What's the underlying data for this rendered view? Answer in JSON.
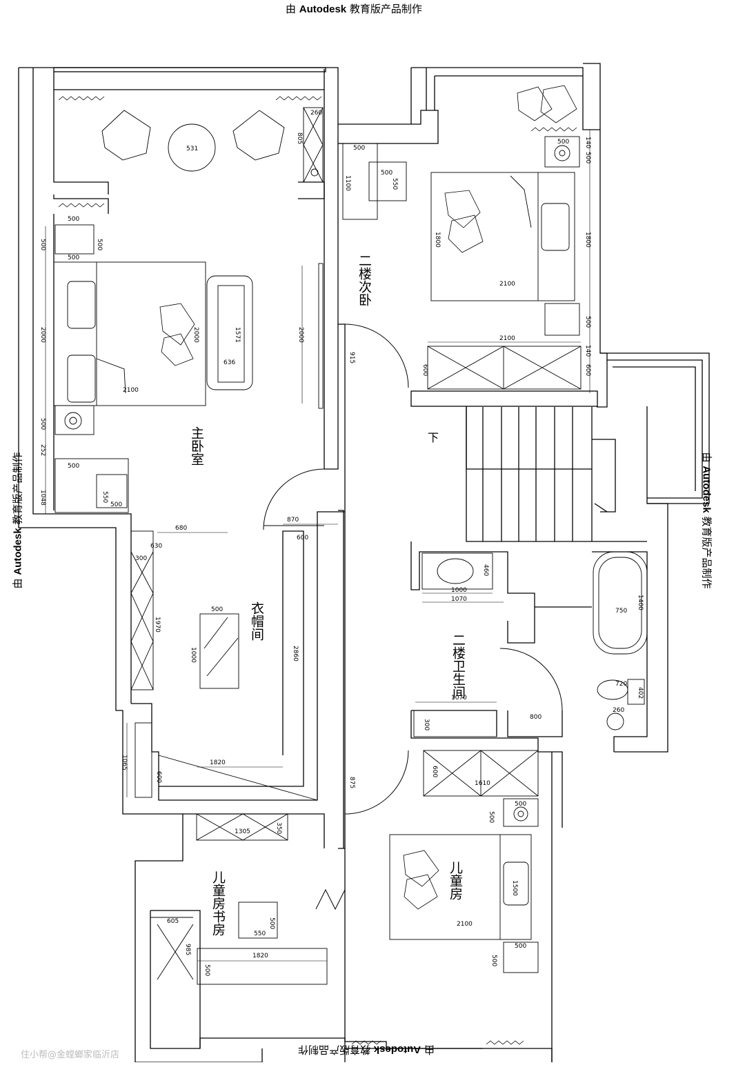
{
  "watermark": {
    "prefix": "由",
    "brand": "Autodesk",
    "suffix": "教育版产品制作"
  },
  "credit": "住小帮@金螳螂家临沂店",
  "rooms": {
    "master_bedroom": "主卧室",
    "second_bedroom": "二楼次卧",
    "cloakroom": "衣帽间",
    "bathroom": "二楼卫生间",
    "kids_room": "儿童房",
    "kids_study": "儿童房书房",
    "stair_down": "下"
  },
  "dims": {
    "d260": "260",
    "d805": "805",
    "d531": "531",
    "d500a": "500",
    "d500b": "500",
    "d500c": "500",
    "d500d": "500",
    "d2000a": "2000",
    "d2000b": "2000",
    "d2000c": "2000",
    "d2100a": "2100",
    "d1571": "1571",
    "d636": "636",
    "d500e": "500",
    "d252": "252",
    "d1048": "1048",
    "d500f": "500",
    "d550a": "550",
    "d500g": "500",
    "d500h": "500",
    "d1100": "1100",
    "d500i": "500",
    "d550b": "550",
    "d1800a": "1800",
    "d2100b": "2100",
    "d1800b": "1800",
    "d500j": "500",
    "d500k": "500",
    "d140a": "140",
    "d2100c": "2100",
    "d600a": "600",
    "d600b": "600",
    "d140b": "140",
    "d915": "915",
    "d870": "870",
    "d680": "680",
    "d630": "630",
    "d300a": "300",
    "d1970": "1970",
    "d500l": "500",
    "d1000a": "1000",
    "d600c": "600",
    "d2860": "2860",
    "d1820a": "1820",
    "d1065": "1065",
    "d600d": "600",
    "d460": "460",
    "d1000b": "1000",
    "d1070a": "1070",
    "d1400": "1400",
    "d750": "750",
    "d720": "720",
    "d402": "402",
    "d260b": "260",
    "d1070b": "1070",
    "d300b": "300",
    "d800": "800",
    "d875": "875",
    "d600e": "600",
    "d1610": "1610",
    "d500m": "500",
    "d500n": "500",
    "d1500": "1500",
    "d2100d": "2100",
    "d500o": "500",
    "d500p": "500",
    "d1305": "1305",
    "d350": "350",
    "d500q": "500",
    "d550c": "550",
    "d605": "605",
    "d985": "985",
    "d1820b": "1820",
    "d500r": "500"
  }
}
